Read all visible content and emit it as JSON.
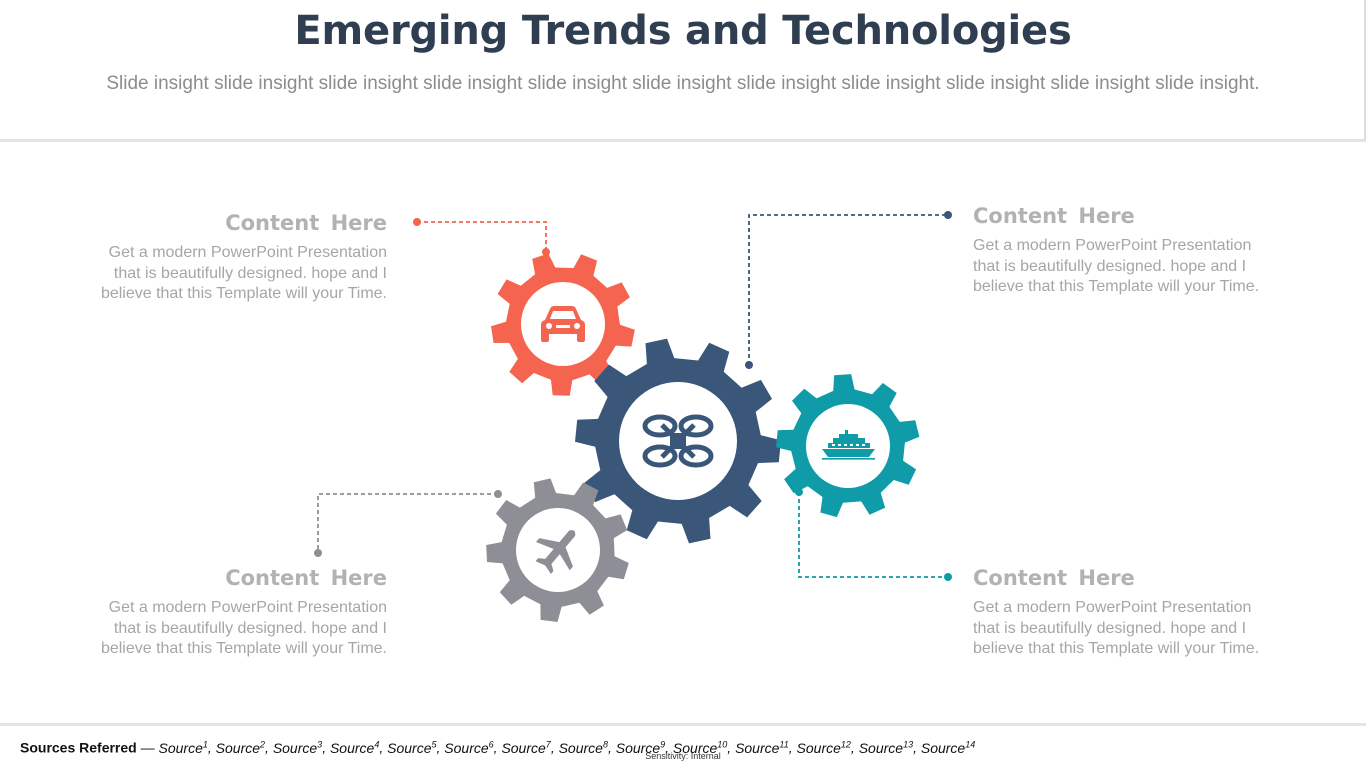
{
  "slide": {
    "title": "Emerging Trends and Technologies",
    "subtitle": "Slide insight slide insight slide insight slide insight slide insight slide insight slide insight slide insight slide insight slide insight slide insight."
  },
  "blocks": [
    {
      "heading": "Content  Here",
      "body": "Get a modern PowerPoint  Presentation that is beautifully designed. hope and I believe that this Template will your Time."
    },
    {
      "heading": "Content  Here",
      "body": "Get a modern PowerPoint  Presentation that is beautifully designed. hope and I believe that this Template will your Time."
    },
    {
      "heading": "Content  Here",
      "body": "Get a modern PowerPoint  Presentation that is beautifully designed. hope and I believe that this Template will your Time."
    },
    {
      "heading": "Content  Here",
      "body": "Get a modern PowerPoint  Presentation that is beautifully designed. hope and I believe that this Template will your Time."
    }
  ],
  "gears": [
    {
      "icon": "car-icon",
      "color": "#f4644f"
    },
    {
      "icon": "drone-icon",
      "color": "#3a5779"
    },
    {
      "icon": "ship-icon",
      "color": "#0f9ba8"
    },
    {
      "icon": "airplane-icon",
      "color": "#8e8e96"
    }
  ],
  "footer": {
    "sources_label": "Sources Referred",
    "sources_dash": " — ",
    "source_word": "Source",
    "sources": [
      "1",
      "2",
      "3",
      "4",
      "5",
      "6",
      "7",
      "8",
      "9",
      "10",
      "11",
      "12",
      "13",
      "14"
    ],
    "sensitivity": "Sensitivity: Internal"
  }
}
